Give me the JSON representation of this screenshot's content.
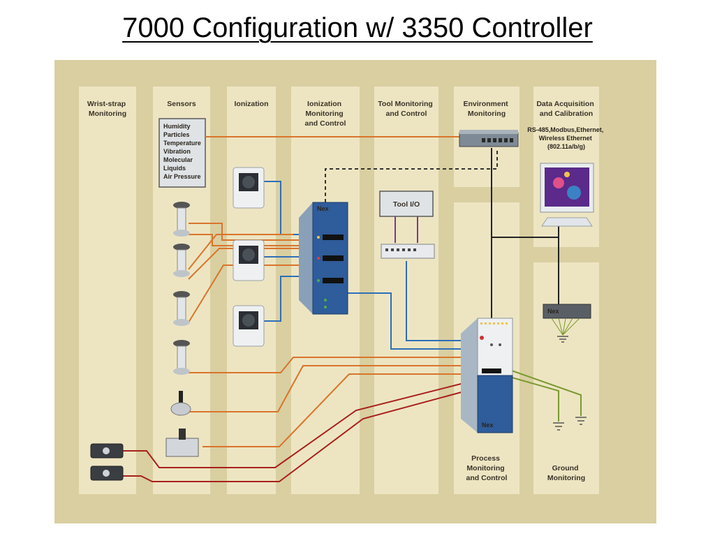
{
  "title": "7000 Configuration w/ 3350 Controller",
  "columns": {
    "wrist_strap": [
      "Wrist-strap",
      "Monitoring"
    ],
    "sensors": [
      "Sensors"
    ],
    "ionization": [
      "Ionization"
    ],
    "ion_monitoring": [
      "Ionization",
      "Monitoring",
      "and Control"
    ],
    "tool_monitoring": [
      "Tool Monitoring",
      "and Control"
    ],
    "environment": [
      "Environment",
      "Monitoring"
    ],
    "data_acq": [
      "Data Acquisition",
      "and Calibration"
    ],
    "process": [
      "Process",
      "Monitoring",
      "and Control"
    ],
    "ground": [
      "Ground",
      "Monitoring"
    ]
  },
  "sensor_list": [
    "Humidity",
    "Particles",
    "Temperature",
    "Vibration",
    "Molecular",
    "Liquids",
    "Air Pressure"
  ],
  "data_acq_note": [
    "RS-485,Modbus,Ethernet,",
    "Wireless Ethernet",
    "(802.11a/b/g)"
  ],
  "tool_io_label": "Tool I/O",
  "brand_label": "Nex",
  "colors": {
    "background": "#d9cfa1",
    "column": "#ede5c2",
    "orange_wire": "#d9742c",
    "blue_wire": "#2f6eb8",
    "red_wire": "#a8201c",
    "green_wire": "#7a9a30",
    "purple_wire": "#7a3a8a"
  }
}
